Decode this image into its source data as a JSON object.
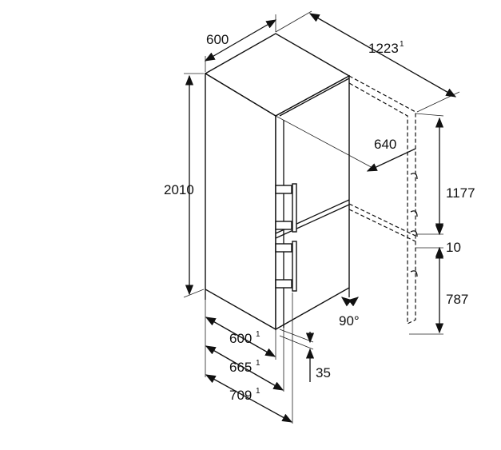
{
  "dimensions": {
    "width_top": "600",
    "depth_door_open": "1223",
    "depth_door_open_note": "1",
    "height": "2010",
    "door_swing": "640",
    "upper_section": "1177",
    "gap": "10",
    "lower_section": "787",
    "door_angle": "90°",
    "depth_body": "600",
    "depth_body_note": "1",
    "depth_with_door": "665",
    "depth_with_door_note": "1",
    "depth_with_handle": "709",
    "depth_with_handle_note": "1",
    "foot_height": "35"
  }
}
